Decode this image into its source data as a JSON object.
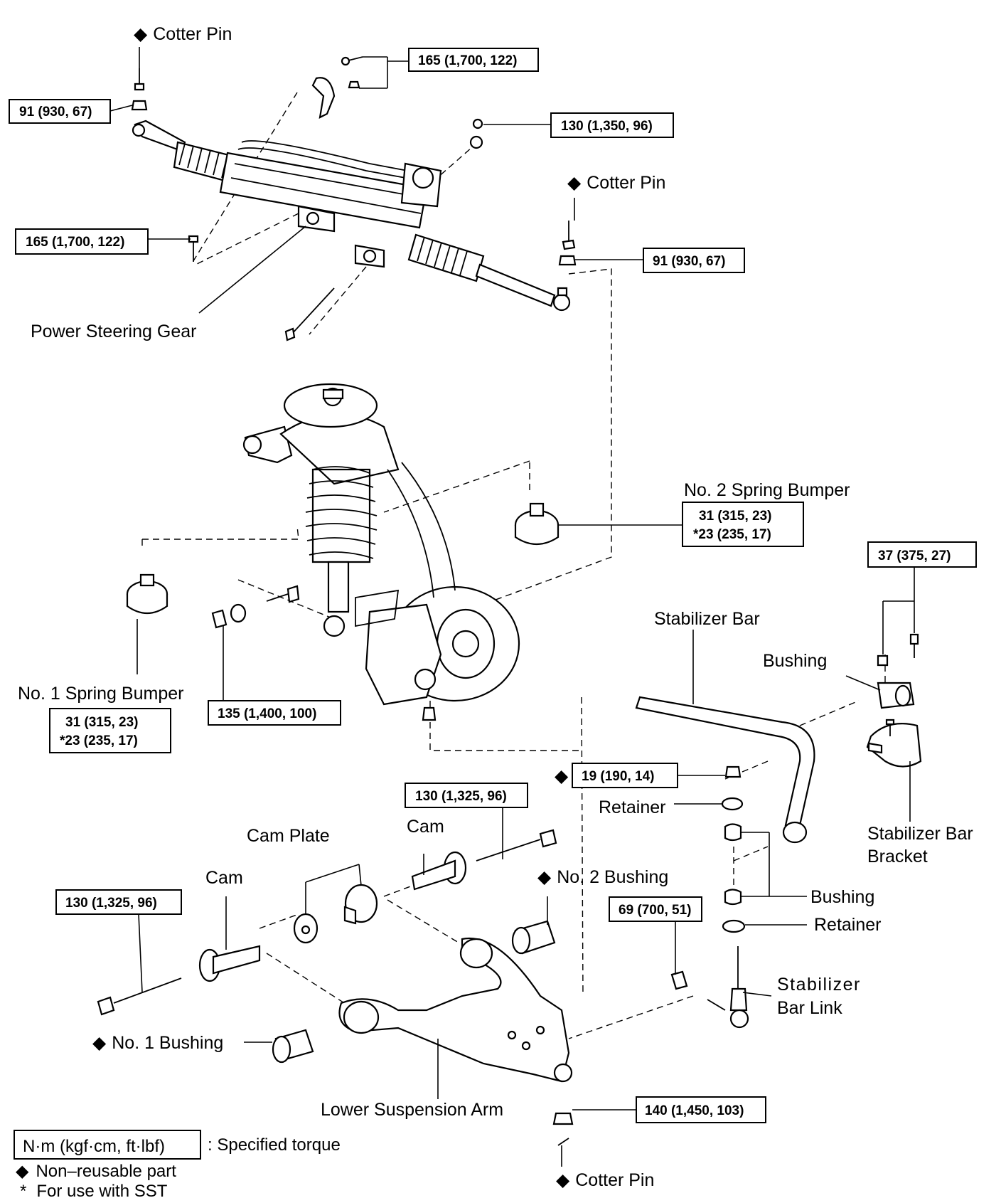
{
  "labels": {
    "cotter_pin_top": "Cotter Pin",
    "cotter_pin_right": "Cotter Pin",
    "cotter_pin_bottom": "Cotter Pin",
    "power_steering_gear": "Power Steering Gear",
    "no2_spring_bumper": "No. 2 Spring Bumper",
    "no1_spring_bumper": "No. 1 Spring Bumper",
    "stabilizer_bar": "Stabilizer Bar",
    "bushing_upper": "Bushing",
    "stabilizer_bar_bracket_1": "Stabilizer Bar",
    "stabilizer_bar_bracket_2": "Bracket",
    "retainer_upper": "Retainer",
    "retainer_lower": "Retainer",
    "bushing_lower": "Bushing",
    "stabilizer_bar_link_1": "Stabilizer",
    "stabilizer_bar_link_2": "Bar Link",
    "cam_plate": "Cam Plate",
    "cam_left": "Cam",
    "cam_right": "Cam",
    "no2_bushing": "No. 2 Bushing",
    "no1_bushing": "No. 1 Bushing",
    "lower_suspension_arm": "Lower Suspension Arm"
  },
  "torques": {
    "t_165_top": "165 (1,700, 122)",
    "t_91_left": "91 (930, 67)",
    "t_130_top": "130 (1,350, 96)",
    "t_165_left": "165 (1,700, 122)",
    "t_91_right": "91 (930, 67)",
    "t_31_right_a": "31 (315, 23)",
    "t_31_right_b": "*23 (235, 17)",
    "t_37": "37 (375, 27)",
    "t_31_left_a": "31 (315, 23)",
    "t_31_left_b": "*23 (235, 17)",
    "t_135": "135 (1,400, 100)",
    "t_19": "19 (190, 14)",
    "t_130_mid": "130 (1,325, 96)",
    "t_130_left": "130 (1,325, 96)",
    "t_69": "69 (700, 51)",
    "t_140": "140 (1,450, 103)"
  },
  "legend": {
    "torque_units": "N·m (kgf·cm, ft·lbf)",
    "torque_desc": ": Specified torque",
    "non_reusable": "Non–reusable part",
    "sst": "For use with SST"
  },
  "symbols": {
    "diamond": "◆",
    "asterisk": "*"
  }
}
